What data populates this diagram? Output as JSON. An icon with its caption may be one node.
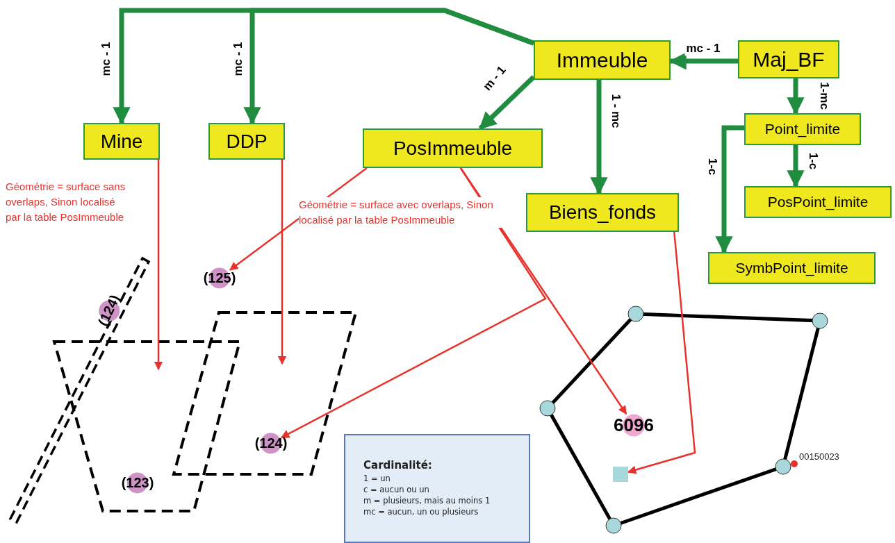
{
  "diagram": {
    "nodes": [
      {
        "text": [
          "Immeuble"
        ]
      },
      {
        "text": [
          "Maj_BF"
        ]
      },
      {
        "text": [
          "Mine"
        ]
      },
      {
        "text": [
          "DDP"
        ]
      },
      {
        "text": [
          "PosImmeuble"
        ]
      },
      {
        "text": [
          "Point_limite"
        ]
      },
      {
        "text": [
          "Biens_fonds"
        ]
      },
      {
        "text": [
          "PosPoint_limite"
        ]
      },
      {
        "text": [
          "SymbPoint_limite"
        ]
      },
      {
        "text": [
          "(125)"
        ]
      },
      {
        "text": [
          "(124)"
        ]
      },
      {
        "text": [
          "(124)"
        ]
      },
      {
        "text": [
          "(123)"
        ]
      },
      {
        "text": [
          "6096"
        ]
      },
      {
        "text": [],
        "shape": "box"
      },
      {
        "text": [
          "Cardinalité:",
          "1 = un",
          "c = aucun ou un",
          "m = plusieurs, mais au moins 1",
          "mc = aucun, un ou plusieurs"
        ]
      }
    ],
    "edges": [
      {
        "from": 0,
        "to": 2,
        "arrow": "to",
        "label": "mc - 1"
      },
      {
        "from": 0,
        "to": 3,
        "arrow": "to",
        "label": "mc - 1"
      },
      {
        "from": 1,
        "to": 0,
        "arrow": "to",
        "label": "mc - 1"
      },
      {
        "from": 0,
        "to": 4,
        "arrow": "to",
        "label": "m - 1"
      },
      {
        "from": 1,
        "to": 5,
        "arrow": "to",
        "label": "1-mc"
      },
      {
        "from": 0,
        "to": 6,
        "arrow": "to",
        "label": "1 - mc"
      },
      {
        "from": 5,
        "to": 8,
        "arrow": "to",
        "label": "1-c"
      },
      {
        "from": 5,
        "to": 7,
        "arrow": "to",
        "label": "1-c"
      },
      {
        "from": 2,
        "to": null,
        "arrow": "to",
        "color": "#e8322c"
      },
      {
        "from": 3,
        "to": null,
        "arrow": "to",
        "color": "#e8322c"
      },
      {
        "from": 4,
        "to": 9,
        "arrow": "to",
        "color": "#e8322c"
      },
      {
        "from": 4,
        "to": 13,
        "arrow": "to",
        "color": "#e8322c"
      },
      {
        "from": 4,
        "to": 11,
        "arrow": "to",
        "color": "#e8322c"
      },
      {
        "from": 6,
        "to": 14,
        "arrow": "to",
        "color": "#e8322c"
      }
    ],
    "labels": [
      "Géométrie = surface sans overlaps, Sinon localisé par la table PosImmeuble",
      "Géométrie = surface avec overlaps, Sinon localisé par la table PosImmeuble",
      "00150023"
    ]
  }
}
